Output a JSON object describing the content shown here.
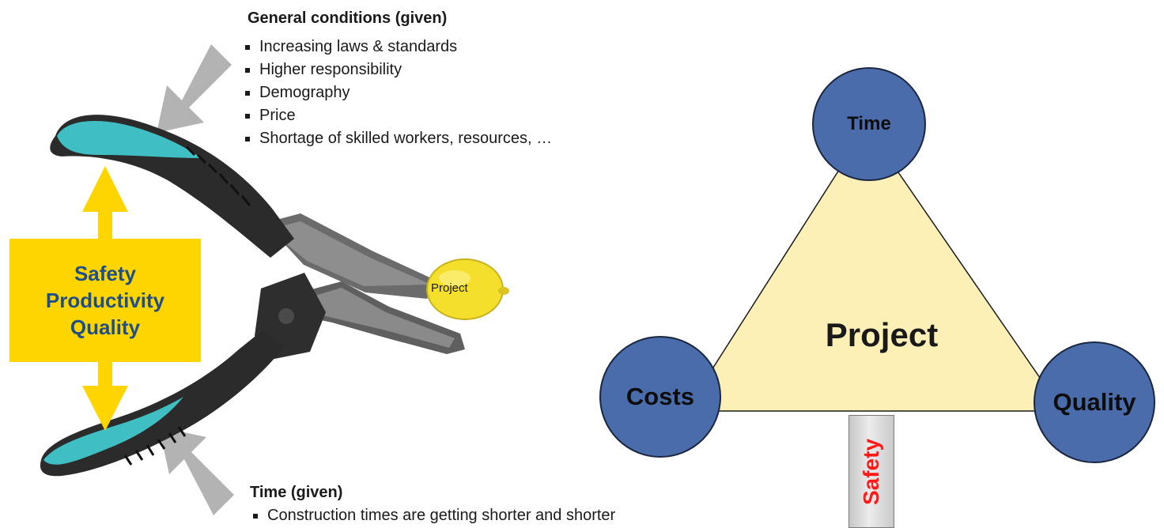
{
  "general_conditions": {
    "heading": "General conditions (given)",
    "items": [
      "Increasing laws & standards",
      "Higher responsibility",
      "Demography",
      "Price",
      "Shortage of skilled workers, resources, …"
    ]
  },
  "time_given": {
    "heading": "Time (given)",
    "items": [
      "Construction times are getting shorter and shorter"
    ]
  },
  "pressure_box": {
    "lines": [
      "Safety",
      "Productivity",
      "Quality"
    ]
  },
  "lemon_label": "Project",
  "triangle": {
    "center": "Project",
    "top": "Time",
    "left": "Costs",
    "right": "Quality",
    "support": "Safety"
  },
  "colors": {
    "box_yellow": "#ffd500",
    "box_text": "#1f4e89",
    "circle_blue": "#4a6cab",
    "triangle_fill": "#fdf0b6",
    "safety_red": "#ff1a1a",
    "arrow_gray": "#b3b3b3",
    "plier_teal": "#3fbfc4"
  }
}
